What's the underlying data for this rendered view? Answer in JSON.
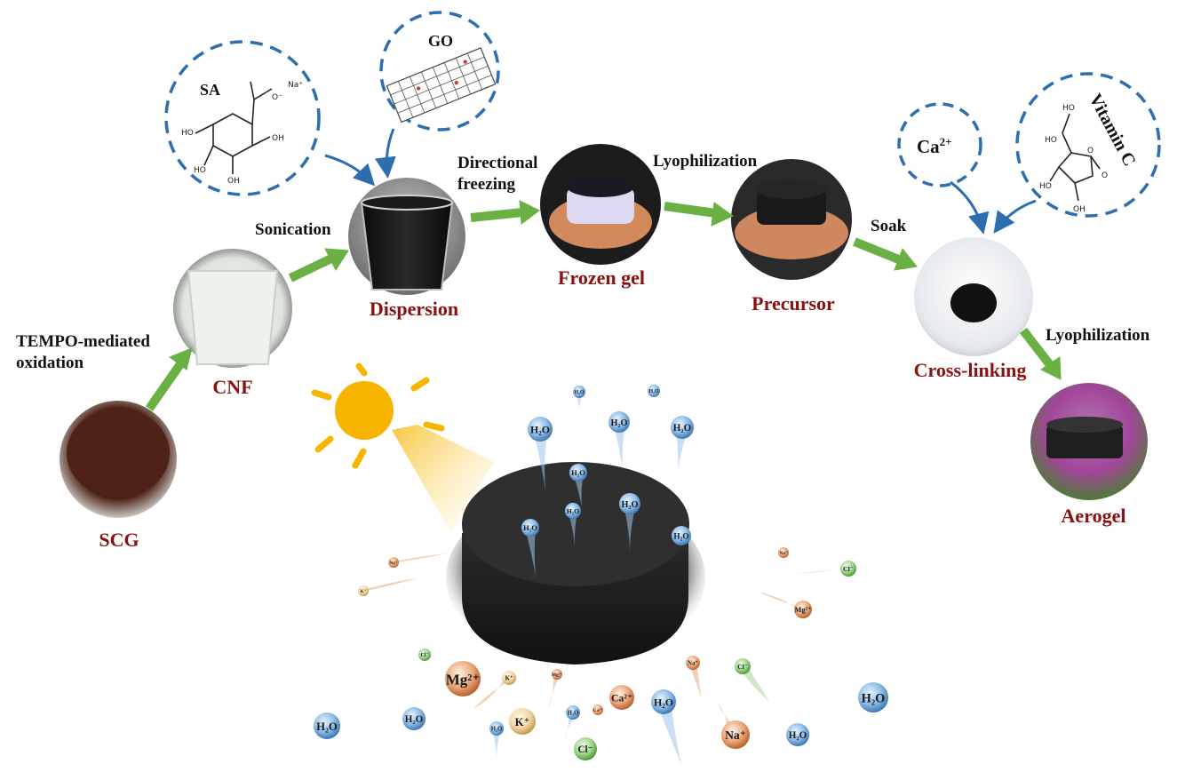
{
  "stages": {
    "scg": "SCG",
    "cnf": "CNF",
    "dispersion": "Dispersion",
    "frozen_gel": "Frozen gel",
    "precursor": "Precursor",
    "cross_linking": "Cross-linking",
    "aerogel": "Aerogel"
  },
  "steps": {
    "tempo_line1": "TEMPO-mediated",
    "tempo_line2": "oxidation",
    "sonication": "Sonication",
    "directional_line1": "Directional",
    "directional_line2": "freezing",
    "lyophilization_1": "Lyophilization",
    "soak": "Soak",
    "lyophilization_2": "Lyophilization"
  },
  "insets": {
    "sa": "SA",
    "go": "GO",
    "ca": "Ca",
    "ca_charge": "2+",
    "vitamin_c": "Vitamin C"
  },
  "sa_structure": {
    "na": "Na⁺",
    "oh": "OH",
    "ho": "HO",
    "o_minus": "O⁻"
  },
  "vitc_structure": {
    "ho": "HO",
    "oh": "OH",
    "o": "O"
  },
  "ions": {
    "h2o": "H₂O",
    "mg": "Mg²⁺",
    "k": "K⁺",
    "na": "Na⁺",
    "ca": "Ca²⁺",
    "cl": "Cl⁻"
  },
  "colors": {
    "stage_label": "#8b1010",
    "arrow_green": "#6ab043",
    "dashed_blue": "#2d6fae",
    "sun": "#f7b500",
    "water": "#7fb4e0",
    "salt_orange": "#e39a6a",
    "cl_green": "#8ec97a"
  }
}
